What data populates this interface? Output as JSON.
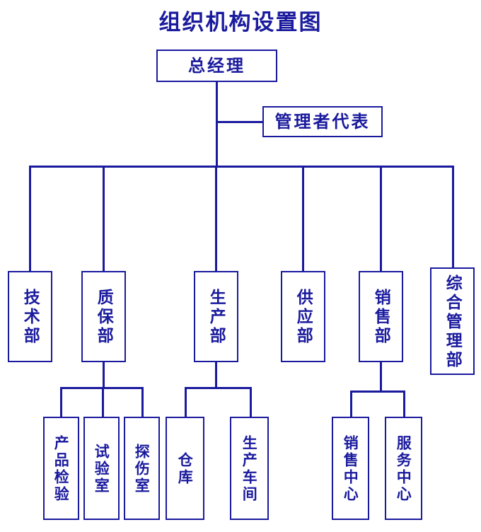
{
  "title": "组织机构设置图",
  "colors": {
    "stroke": "#1a1a9e",
    "text": "#1a1a9e",
    "background": "#ffffff"
  },
  "nodes": {
    "general_manager": "总经理",
    "management_rep": "管理者代表",
    "departments": [
      {
        "label": "技术部"
      },
      {
        "label": "质保部"
      },
      {
        "label": "生产部"
      },
      {
        "label": "供应部"
      },
      {
        "label": "销售部"
      },
      {
        "label": "综合管理部"
      }
    ],
    "quality_children": [
      {
        "label": "产品检验"
      },
      {
        "label": "试验室"
      },
      {
        "label": "探伤室"
      }
    ],
    "production_children": [
      {
        "label": "仓库"
      },
      {
        "label": "生产车间"
      }
    ],
    "sales_children": [
      {
        "label": "销售中心"
      },
      {
        "label": "服务中心"
      }
    ]
  }
}
